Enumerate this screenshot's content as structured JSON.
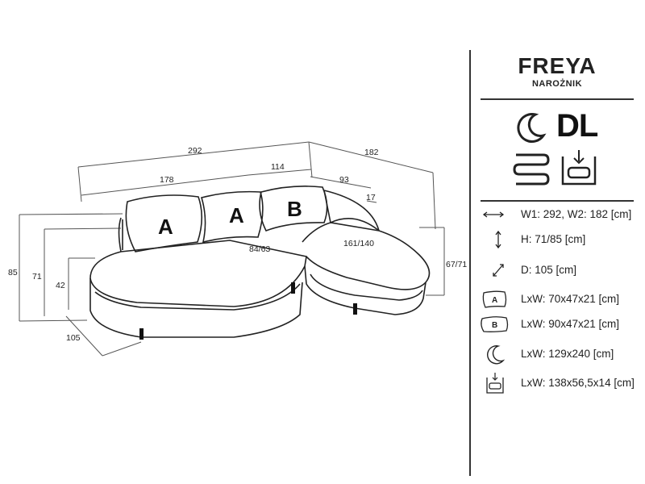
{
  "product": {
    "name": "FREYA",
    "type": "NAROŻNIK"
  },
  "features": {
    "dl_label": "DL"
  },
  "dimensions": {
    "width_total": "292",
    "width_seat": "178",
    "width_mid": "114",
    "width_side": "182",
    "chaise_width": "93",
    "armrest": "17",
    "height": "85",
    "back_height": "71",
    "seat_height": "42",
    "depth": "105",
    "sleep_depth_main": "84/63",
    "sleep_depth_chaise": "161/140",
    "chaise_height": "67/71"
  },
  "cushions": {
    "a1": "A",
    "a2": "A",
    "b": "B"
  },
  "specs": [
    {
      "icon": "width-arrow-icon",
      "text": "W1: 292, W2: 182 [cm]"
    },
    {
      "icon": "height-arrow-icon",
      "text": "H: 71/85 [cm]"
    },
    {
      "icon": "depth-arrow-icon",
      "text": "D: 105 [cm]"
    },
    {
      "icon": "cushion-a-icon",
      "label": "A",
      "text": "LxW: 70x47x21 [cm]"
    },
    {
      "icon": "cushion-b-icon",
      "label": "B",
      "text": "LxW: 90x47x21 [cm]"
    },
    {
      "icon": "moon-icon",
      "text": "LxW: 129x240 [cm]"
    },
    {
      "icon": "storage-box-icon",
      "text": "LxW: 138x56,5x14 [cm]"
    }
  ]
}
